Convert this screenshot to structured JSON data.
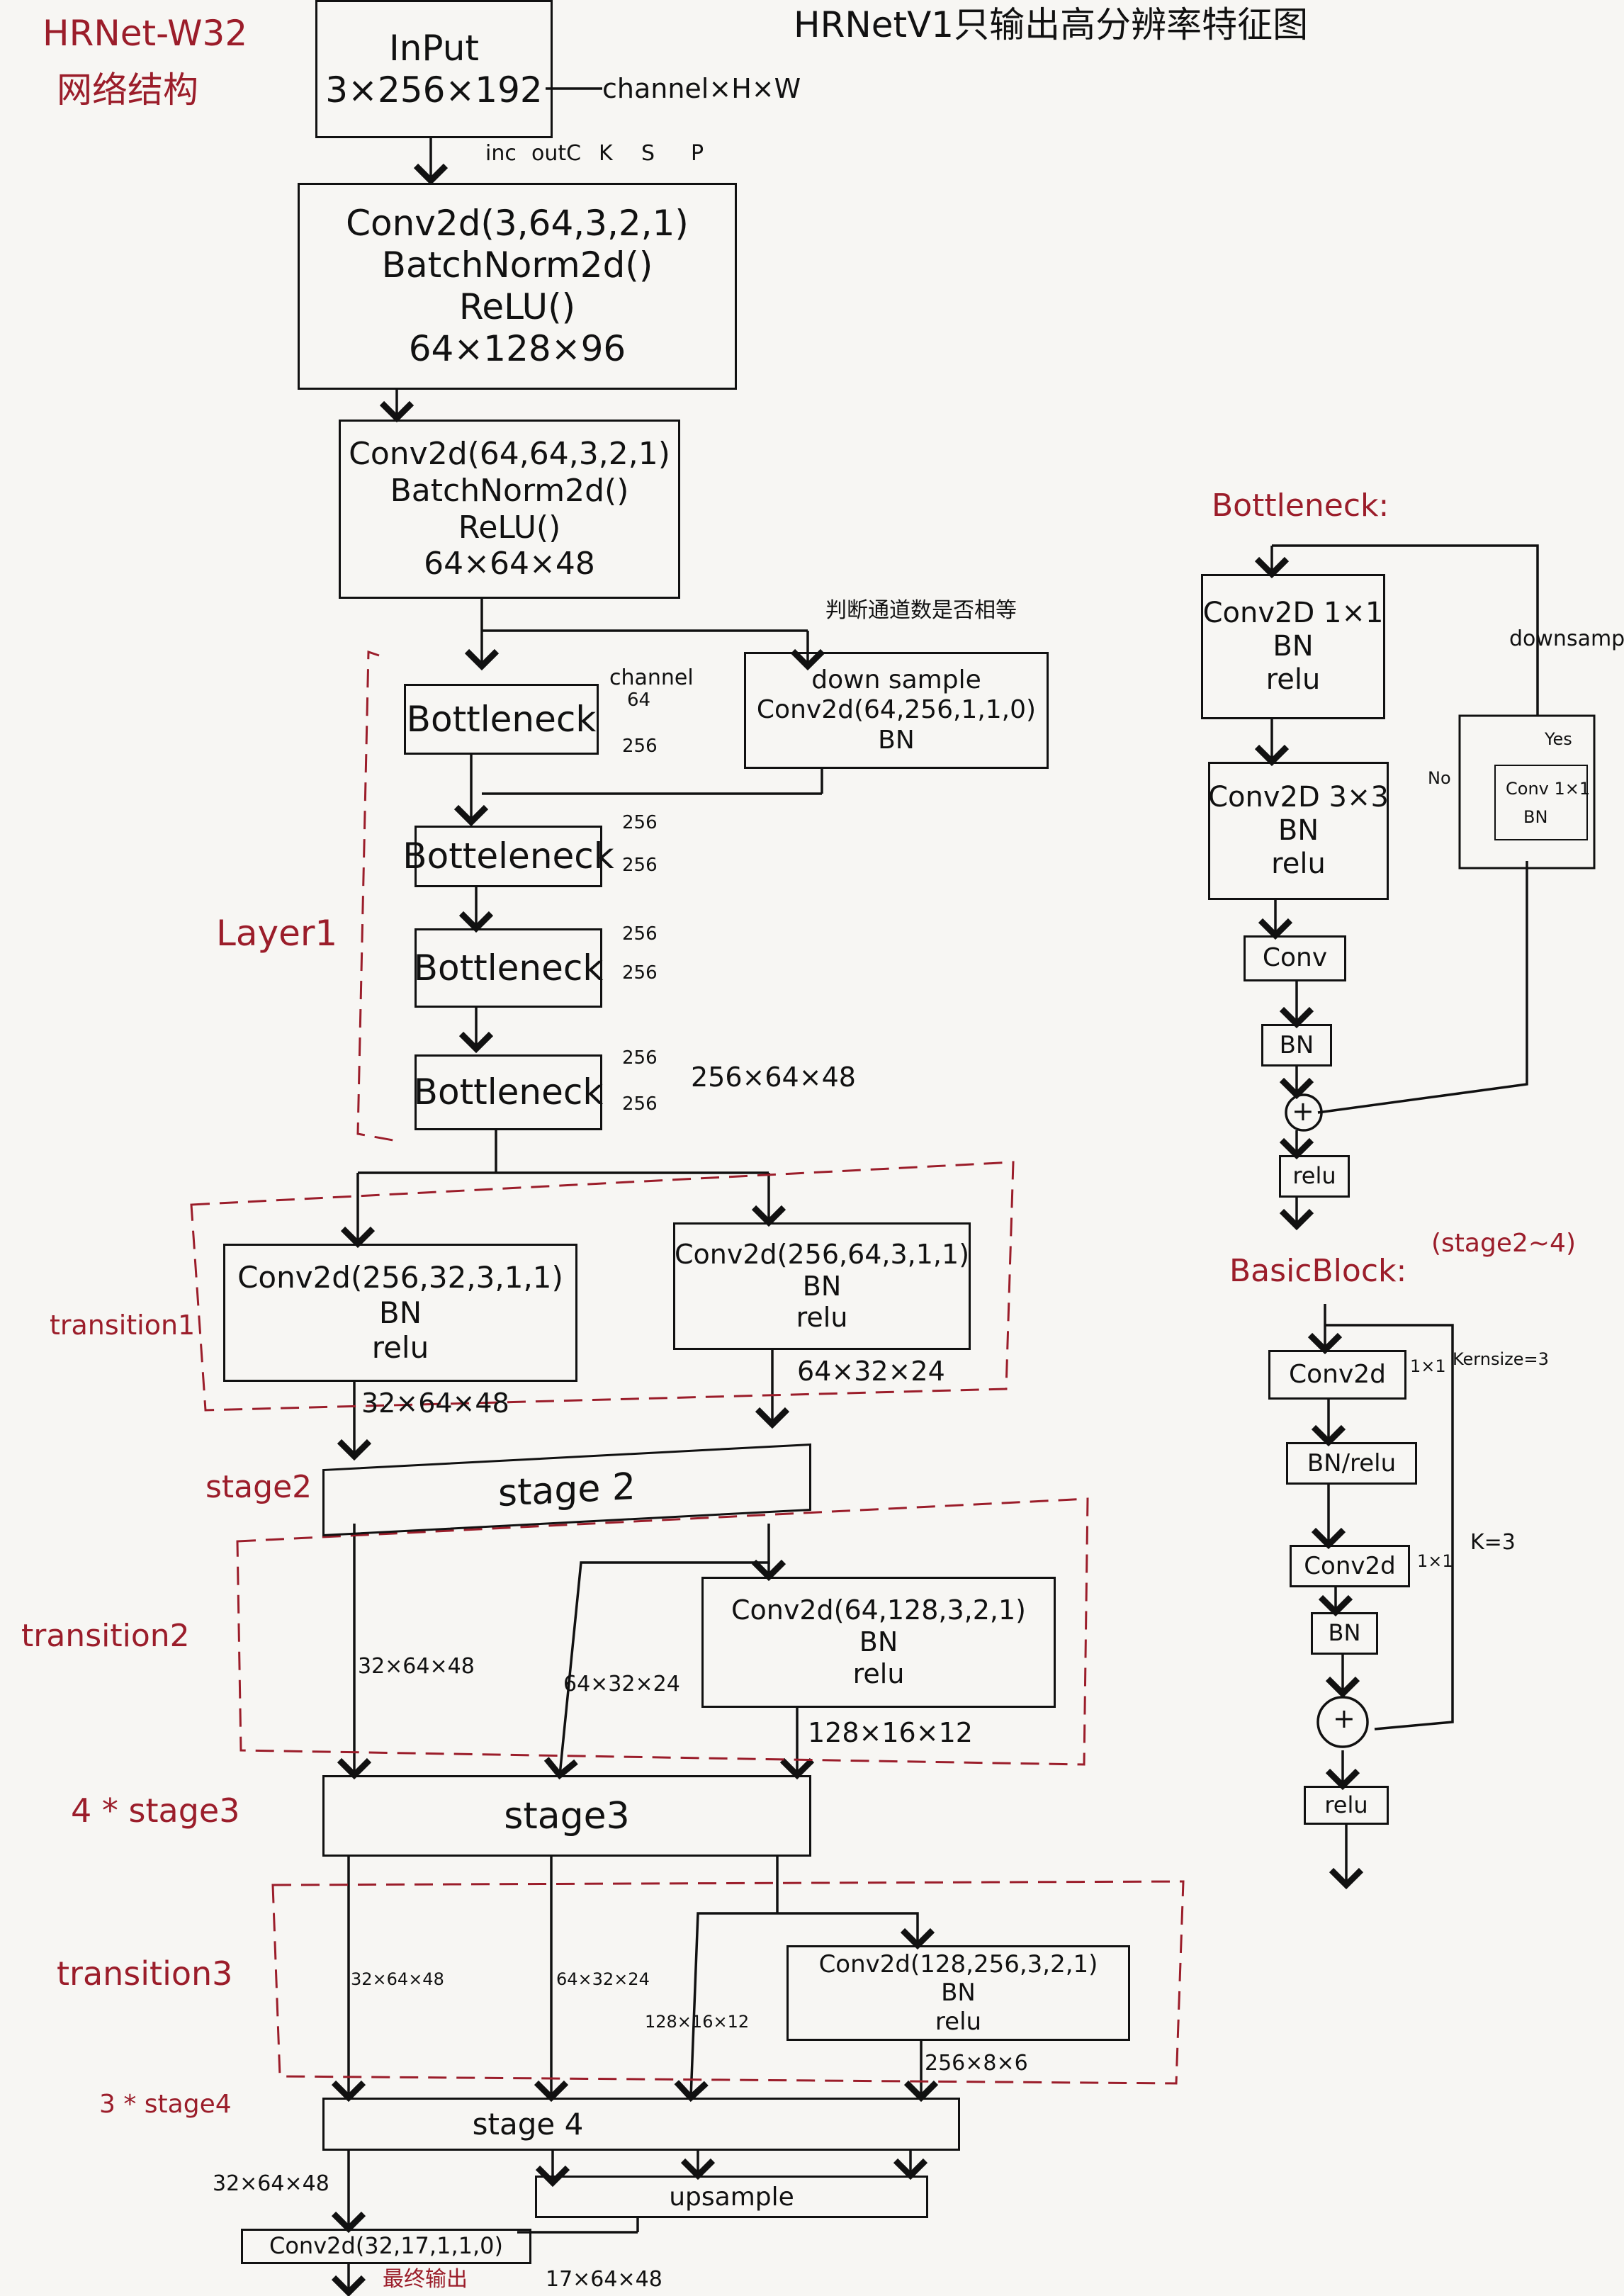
{
  "header": {
    "title_left": "HRNet-W32",
    "subtitle_left": "网络结构",
    "title_right": "HRNetV1只输出高分辨率特征图"
  },
  "input": {
    "label": "InPut",
    "shape": "3×256×192",
    "annotation": "channel×H×W"
  },
  "conv_params": {
    "in": "inc",
    "out": "outC",
    "k": "K",
    "s": "S",
    "p": "P"
  },
  "stem1": {
    "conv": "Conv2d(3,64,3,2,1)",
    "bn": "BatchNorm2d()",
    "relu": "ReLU()",
    "shape": "64×128×96"
  },
  "stem2": {
    "conv": "Conv2d(64,64,3,2,1)",
    "bn": "BatchNorm2d()",
    "relu": "ReLU()",
    "shape": "64×64×48"
  },
  "layer1": {
    "label": "Layer1",
    "note": "判断通道数是否相等",
    "bottleneck_label": "Bottleneck",
    "blocks": [
      {
        "label": "Bottleneck",
        "cin": "64",
        "cout": "256",
        "channel_label": "channel"
      },
      {
        "label": "Botteleneck",
        "cin": "256",
        "cout": "256"
      },
      {
        "label": "Bottleneck",
        "cin": "256",
        "cout": "256"
      },
      {
        "label": "Bottleneck",
        "cin": "256",
        "cout": "256"
      }
    ],
    "downsample": {
      "title": "down sample",
      "conv": "Conv2d(64,256,1,1,0)",
      "bn": "BN"
    },
    "output_shape": "256×64×48"
  },
  "transition1": {
    "label": "transition1",
    "left": {
      "conv": "Conv2d(256,32,3,1,1)",
      "bn": "BN",
      "relu": "relu",
      "shape": "32×64×48"
    },
    "right": {
      "conv": "Conv2d(256,64,3,1,1)",
      "bn": "BN",
      "relu": "relu",
      "shape": "64×32×24"
    }
  },
  "stage2": {
    "label": "stage2",
    "box": "stage 2"
  },
  "transition2": {
    "label": "transition2",
    "shape_a": "32×64×48",
    "shape_b": "64×32×24",
    "new_branch": {
      "conv": "Conv2d(64,128,3,2,1)",
      "bn": "BN",
      "relu": "relu",
      "shape": "128×16×12"
    }
  },
  "stage3": {
    "label": "4 * stage3",
    "box": "stage3"
  },
  "transition3": {
    "label": "transition3",
    "shape_a": "32×64×48",
    "shape_b": "64×32×24",
    "shape_c": "128×16×12",
    "new_branch": {
      "conv": "Conv2d(128,256,3,2,1)",
      "bn": "BN",
      "relu": "relu",
      "shape": "256×8×6"
    }
  },
  "stage4": {
    "label": "3 * stage4",
    "box": "stage 4",
    "upsample": "upsample",
    "out_shape": "32×64×48"
  },
  "final": {
    "conv": "Conv2d(32,17,1,1,0)",
    "label": "最终输出",
    "shape": "17×64×48"
  },
  "bottleneck_detail": {
    "title": "Bottleneck:",
    "block1": {
      "conv": "Conv2D 1×1",
      "bn": "BN",
      "relu": "relu"
    },
    "block2": {
      "conv": "Conv2D 3×3",
      "bn": "BN",
      "relu": "relu"
    },
    "conv": "Conv",
    "bn": "BN",
    "add": "+",
    "relu": "relu",
    "downsample": "downsample",
    "no": "No",
    "yes": "Yes",
    "ds_conv": "Conv 1×1",
    "ds_bn": "BN"
  },
  "basicblock_detail": {
    "title": "BasicBlock:",
    "range": "(stage2~4)",
    "conv1": "Conv2d",
    "conv1_note": "1×1",
    "conv1_note2": "Kernsize=3",
    "bnrelu": "BN/relu",
    "conv2": "Conv2d",
    "conv2_note": "1×1",
    "k": "K=3",
    "bn": "BN",
    "add": "+",
    "relu": "relu"
  }
}
